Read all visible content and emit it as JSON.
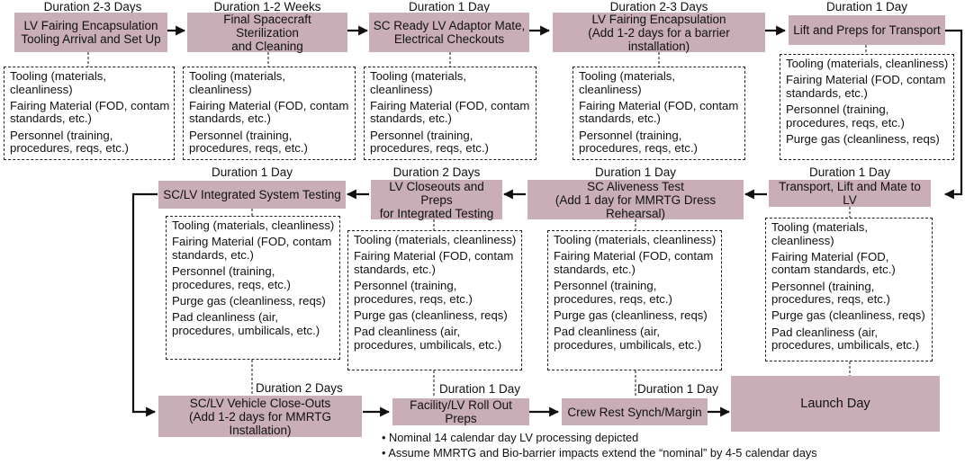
{
  "colors": {
    "step_fill": "#c9aeb8",
    "line": "#111111"
  },
  "steps": [
    {
      "duration": "Duration 2-3 Days",
      "title": [
        "LV Fairing Encapsulation",
        "Tooling Arrival and Set Up"
      ]
    },
    {
      "duration": "Duration 1-2 Weeks",
      "title": [
        "Final Spacecraft Sterilization",
        "and Cleaning"
      ]
    },
    {
      "duration": "Duration 1 Day",
      "title": [
        "SC Ready LV Adaptor Mate,",
        "Electrical Checkouts"
      ]
    },
    {
      "duration": "Duration 2-3 Days",
      "title": [
        "LV Fairing Encapsulation",
        "(Add 1-2 days for a barrier installation)"
      ]
    },
    {
      "duration": "Duration 1 Day",
      "title": [
        "Lift and Preps for Transport"
      ]
    },
    {
      "duration": "Duration 1 Day",
      "title": [
        "Transport, Lift and Mate to LV"
      ]
    },
    {
      "duration": "Duration 1 Day",
      "title": [
        "SC Aliveness Test",
        "(Add 1 day for MMRTG Dress Rehearsal)"
      ]
    },
    {
      "duration": "Duration 2 Days",
      "title": [
        "LV Closeouts and Preps",
        "for Integrated Testing"
      ]
    },
    {
      "duration": "Duration 1 Day",
      "title": [
        "SC/LV Integrated System Testing"
      ]
    },
    {
      "duration": "Duration 2 Days",
      "title": [
        "SC/LV Vehicle Close-Outs",
        "(Add 1-2 days for MMRTG Installation)"
      ]
    },
    {
      "duration": "Duration 1 Day",
      "title": [
        "Facility/LV Roll Out Preps"
      ]
    },
    {
      "duration": "Duration 1 Day",
      "title": [
        "Crew Rest Synch/Margin"
      ]
    },
    {
      "duration": "",
      "title": [
        "Launch Day"
      ]
    }
  ],
  "checklists": {
    "basic": [
      "Tooling (materials, cleanliness)",
      "Fairing Material (FOD, contam standards, etc.)",
      "Personnel (training, procedures, reqs, etc.)"
    ],
    "purge": [
      "Tooling (materials, cleanliness)",
      "Fairing Material (FOD, contam standards, etc.)",
      "Personnel (training, procedures, reqs, etc.)",
      "Purge gas (cleanliness, reqs)"
    ],
    "pad": [
      "Tooling (materials, cleanliness)",
      "Fairing Material (FOD, contam standards, etc.)",
      "Personnel (training, procedures, reqs, etc.)",
      "Purge gas (cleanliness, reqs)",
      "Pad cleanliness (air, procedures, umbilicals, etc.)"
    ]
  },
  "notes": [
    "Nominal 14 calendar day LV processing depicted",
    "Assume MMRTG and Bio-barrier impacts extend the “nominal” by 4-5 calendar days"
  ]
}
